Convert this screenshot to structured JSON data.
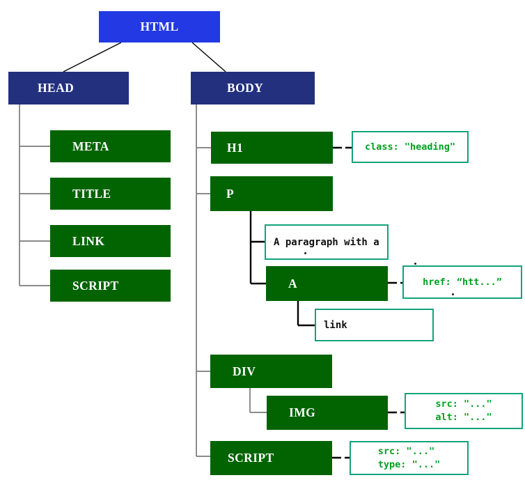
{
  "diagram": {
    "nodes": {
      "html": "HTML",
      "head": "HEAD",
      "body": "BODY",
      "meta": "META",
      "title": "TITLE",
      "link": "LINK",
      "head_script": "SCRIPT",
      "h1": "H1",
      "p": "P",
      "a": "A",
      "div": "DIV",
      "img": "IMG",
      "body_script": "SCRIPT"
    },
    "text_nodes": {
      "paragraph": "A paragraph with a",
      "link": "link"
    },
    "annotations": {
      "h1": {
        "line1": "class: \"heading\""
      },
      "a": {
        "line1": "href: “htt...”"
      },
      "img": {
        "line1": "src: \"...\"",
        "line2": "alt: \"...\""
      },
      "script": {
        "line1": "src: \"...\"",
        "line2": "type: \"...\""
      }
    },
    "colors": {
      "element_blue": "#2239e3",
      "container_navy": "#22307e",
      "tag_green": "#016401",
      "annotation_border": "#12a37b",
      "annotation_text": "#00a020",
      "connector_gray": "#7b7b7b",
      "connector_black": "#000000"
    }
  }
}
